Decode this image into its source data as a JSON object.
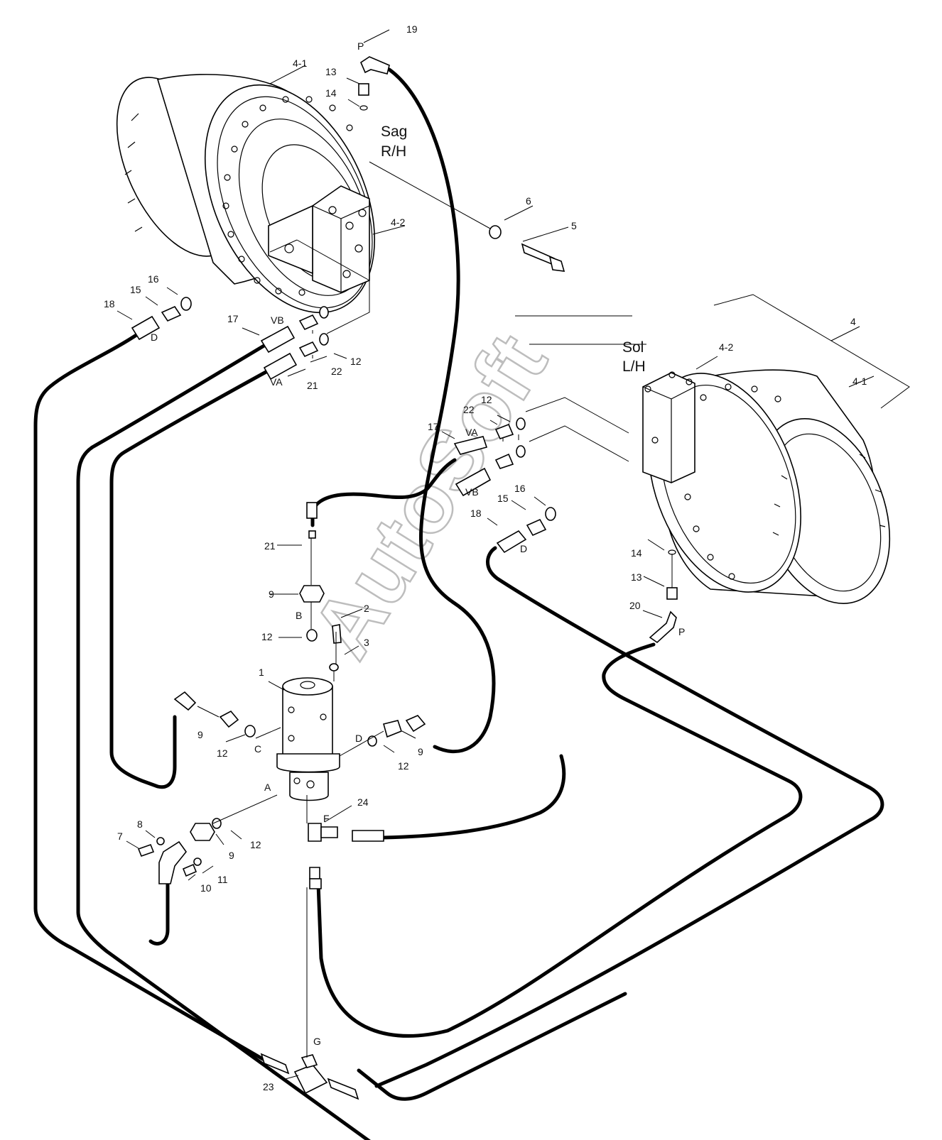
{
  "watermark": "AutoSoft",
  "sides": {
    "right_top": "Sag",
    "right_bottom": "R/H",
    "left_top": "Sol",
    "left_bottom": "L/H"
  },
  "labels": {
    "p_top": "P",
    "n19": "19",
    "n4_1_top": "4-1",
    "n13_top": "13",
    "n14_top": "14",
    "n6": "6",
    "n5": "5",
    "n4_2_top": "4-2",
    "n16_top": "16",
    "n15_top": "15",
    "n18_top": "18",
    "d_top": "D",
    "n17_top": "17",
    "vb_top": "VB",
    "n12_top": "12",
    "n22_top": "22",
    "va_top": "VA",
    "n21_top": "21",
    "n4": "4",
    "n4_2_right": "4-2",
    "n4_1_right": "4-1",
    "n12_right": "12",
    "n22_right": "22",
    "n17_right": "17",
    "va_right": "VA",
    "vb_right": "VB",
    "n16_right": "16",
    "n15_right": "15",
    "n18_right": "18",
    "d_right": "D",
    "n14_right": "14",
    "n13_right": "13",
    "n20": "20",
    "p_right": "P",
    "n21_mid": "21",
    "n9_mid": "9",
    "b_port": "B",
    "n2": "2",
    "n12_mid": "12",
    "n3": "3",
    "n1": "1",
    "n9_left": "9",
    "n12_left": "12",
    "c_port": "C",
    "d_port": "D",
    "n12_midright": "12",
    "n9_midright": "9",
    "a_port": "A",
    "n24": "24",
    "f_port": "F",
    "n8": "8",
    "n7": "7",
    "n9_low": "9",
    "n12_low": "12",
    "n11": "11",
    "n10": "10",
    "g_port": "G",
    "n23": "23"
  }
}
